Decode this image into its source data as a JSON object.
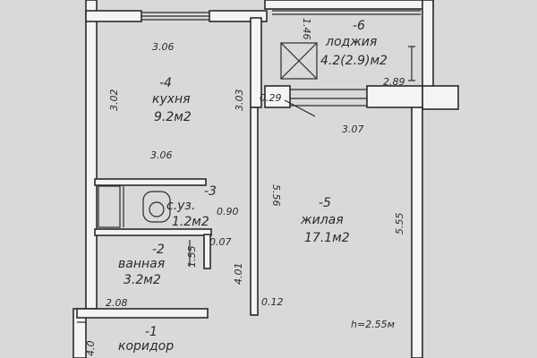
{
  "rooms": {
    "kitchen": {
      "number": "-4",
      "name": "кухня",
      "area": "9.2м2"
    },
    "wc": {
      "number": "-3",
      "name": "с.уз.",
      "area": "1.2м2"
    },
    "bath": {
      "number": "-2",
      "name": "ванная",
      "area": "3.2м2"
    },
    "corridor": {
      "number": "-1",
      "name": "коридор"
    },
    "living": {
      "number": "-5",
      "name": "жилая",
      "area": "17.1м2"
    },
    "loggia": {
      "number": "-6",
      "name": "лоджия",
      "area": "4.2(2.9)м2"
    }
  },
  "dimensions": {
    "kitchen_top": "3.06",
    "kitchen_bottom": "3.06",
    "kitchen_left": "3.02",
    "kitchen_right": "3.03",
    "wc_width": "0.90",
    "wc_gap": "0.07",
    "bath_height": "1.55",
    "bath_width": "2.08",
    "corridor_wall": "4.01",
    "living_width": "3.07",
    "living_left": "5.56",
    "living_right": "5.55",
    "wall_029": "0.29",
    "wall_012": "0.12",
    "loggia_height": "1.46",
    "loggia_depth": "2.89",
    "corridor_left": "4.0"
  },
  "ceiling_height": "h=2.55м",
  "colors": {
    "paper": "#d9d9d9",
    "ink": "#2a2a2a",
    "wall_fill": "#f4f4f4"
  }
}
